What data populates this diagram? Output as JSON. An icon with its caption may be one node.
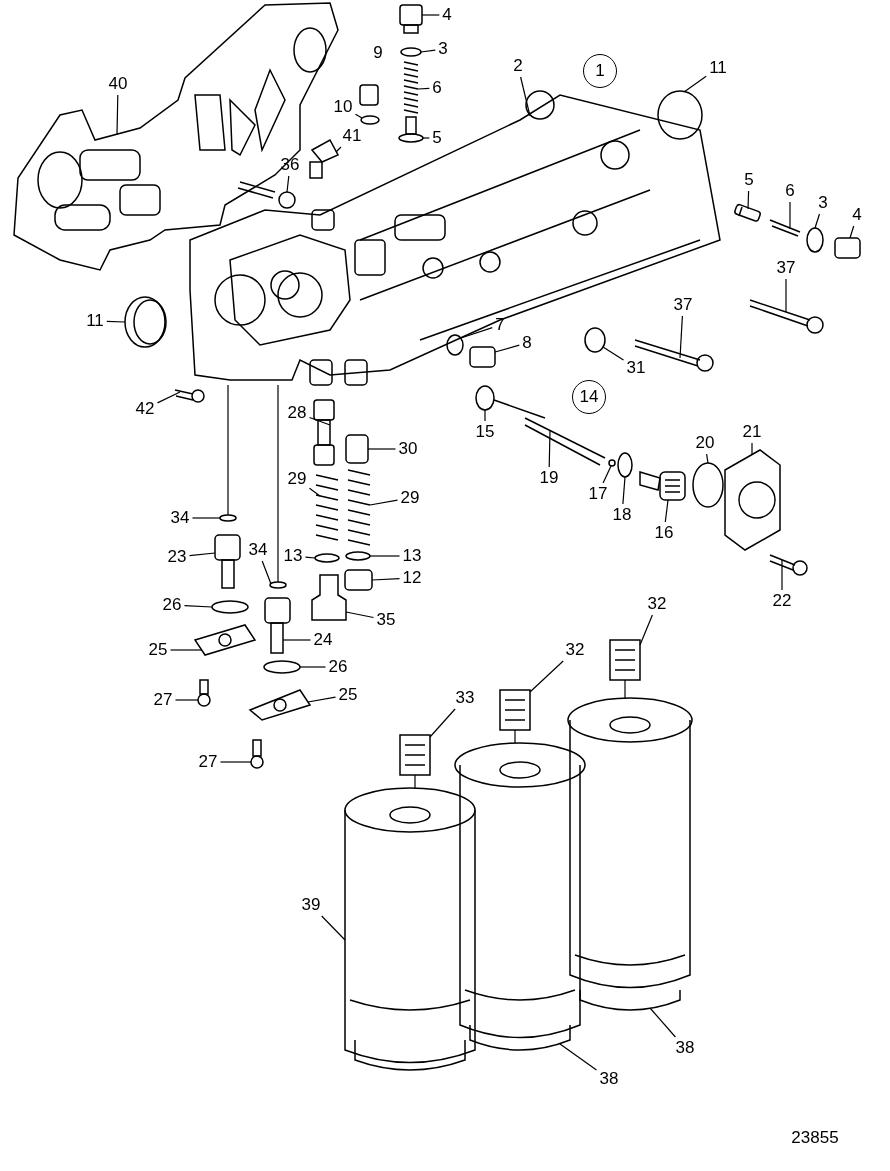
{
  "diagram": {
    "nodes": [
      {
        "text": [
          "4"
        ]
      },
      {
        "text": [
          "3"
        ]
      },
      {
        "text": [
          "9"
        ]
      },
      {
        "text": [
          "2"
        ]
      },
      {
        "text": [
          "1"
        ]
      },
      {
        "text": [
          "11"
        ]
      },
      {
        "text": [
          "40"
        ]
      },
      {
        "text": [
          "6"
        ]
      },
      {
        "text": [
          "10"
        ]
      },
      {
        "text": [
          "41"
        ]
      },
      {
        "text": [
          "5"
        ]
      },
      {
        "text": [
          "36"
        ]
      },
      {
        "text": [
          "5"
        ]
      },
      {
        "text": [
          "6"
        ]
      },
      {
        "text": [
          "3"
        ]
      },
      {
        "text": [
          "4"
        ]
      },
      {
        "text": [
          "37"
        ]
      },
      {
        "text": [
          "37"
        ]
      },
      {
        "text": [
          "11"
        ]
      },
      {
        "text": [
          "7"
        ]
      },
      {
        "text": [
          "8"
        ]
      },
      {
        "text": [
          "31"
        ]
      },
      {
        "text": [
          "14"
        ]
      },
      {
        "text": [
          "42"
        ]
      },
      {
        "text": [
          "28"
        ]
      },
      {
        "text": [
          "15"
        ]
      },
      {
        "text": [
          "21"
        ]
      },
      {
        "text": [
          "20"
        ]
      },
      {
        "text": [
          "30"
        ]
      },
      {
        "text": [
          "19"
        ]
      },
      {
        "text": [
          "29"
        ]
      },
      {
        "text": [
          "17"
        ]
      },
      {
        "text": [
          "29"
        ]
      },
      {
        "text": [
          "18"
        ]
      },
      {
        "text": [
          "34"
        ]
      },
      {
        "text": [
          "16"
        ]
      },
      {
        "text": [
          "34"
        ]
      },
      {
        "text": [
          "13"
        ]
      },
      {
        "text": [
          "13"
        ]
      },
      {
        "text": [
          "23"
        ]
      },
      {
        "text": [
          "12"
        ]
      },
      {
        "text": [
          "22"
        ]
      },
      {
        "text": [
          "32"
        ]
      },
      {
        "text": [
          "26"
        ]
      },
      {
        "text": [
          "35"
        ]
      },
      {
        "text": [
          "24"
        ]
      },
      {
        "text": [
          "25"
        ]
      },
      {
        "text": [
          "32"
        ]
      },
      {
        "text": [
          "26"
        ]
      },
      {
        "text": [
          "25"
        ]
      },
      {
        "text": [
          "33"
        ]
      },
      {
        "text": [
          "27"
        ]
      },
      {
        "text": [
          "27"
        ]
      },
      {
        "text": [
          "39"
        ]
      },
      {
        "text": [
          "38"
        ]
      },
      {
        "text": [
          "38"
        ]
      },
      {
        "text": [],
        "shape": "picture"
      },
      {
        "text": [],
        "shape": "circle"
      },
      {
        "text": [],
        "shape": "picture"
      },
      {
        "text": [],
        "shape": "circle"
      },
      {
        "text": [],
        "shape": "picture"
      },
      {
        "text": [],
        "shape": "picture"
      },
      {
        "text": [],
        "shape": "circle"
      },
      {
        "text": [],
        "shape": "picture"
      },
      {
        "text": [],
        "shape": "picture"
      },
      {
        "text": [],
        "shape": "picture"
      },
      {
        "text": [],
        "shape": "picture"
      },
      {
        "text": [],
        "shape": "picture"
      },
      {
        "text": [],
        "shape": "circle"
      },
      {
        "text": [],
        "shape": "box"
      },
      {
        "text": [],
        "shape": "picture"
      },
      {
        "text": [],
        "shape": "picture"
      },
      {
        "text": [],
        "shape": "picture"
      },
      {
        "text": [],
        "shape": "circle"
      },
      {
        "text": [],
        "shape": "box"
      },
      {
        "text": [],
        "shape": "circle"
      },
      {
        "text": [],
        "shape": "picture"
      },
      {
        "text": [],
        "shape": "picture"
      },
      {
        "text": [],
        "shape": "picture"
      },
      {
        "text": [],
        "shape": "picture"
      },
      {
        "text": [],
        "shape": "circle"
      },
      {
        "text": [],
        "shape": "box"
      },
      {
        "text": [],
        "shape": "picture"
      },
      {
        "text": [],
        "shape": "picture"
      },
      {
        "text": [],
        "shape": "circle"
      },
      {
        "text": [],
        "shape": "picture"
      },
      {
        "text": [],
        "shape": "circle"
      },
      {
        "text": [],
        "shape": "circle"
      },
      {
        "text": [],
        "shape": "picture"
      },
      {
        "text": [],
        "shape": "circle"
      },
      {
        "text": [],
        "shape": "circle"
      },
      {
        "text": [],
        "shape": "circle"
      },
      {
        "text": [],
        "shape": "picture"
      },
      {
        "text": [],
        "shape": "box"
      },
      {
        "text": [],
        "shape": "picture"
      },
      {
        "text": [],
        "shape": "picture"
      },
      {
        "text": [],
        "shape": "circle"
      },
      {
        "text": [],
        "shape": "picture"
      },
      {
        "text": [],
        "shape": "picture"
      },
      {
        "text": [],
        "shape": "picture"
      },
      {
        "text": [],
        "shape": "picture"
      },
      {
        "text": [],
        "shape": "circle"
      },
      {
        "text": [],
        "shape": "picture"
      },
      {
        "text": [],
        "shape": "picture"
      },
      {
        "text": [],
        "shape": "picture"
      },
      {
        "text": [],
        "shape": "picture"
      },
      {
        "text": [],
        "shape": "picture"
      },
      {
        "text": [],
        "shape": "picture"
      },
      {
        "text": [],
        "shape": "picture"
      }
    ],
    "edges": [
      {
        "from": 0,
        "to": 56,
        "arrow": "none"
      },
      {
        "from": 1,
        "to": 57,
        "arrow": "none"
      },
      {
        "from": 3,
        "to": 58,
        "arrow": "none"
      },
      {
        "from": 5,
        "to": 59,
        "arrow": "none"
      },
      {
        "from": 6,
        "to": 60,
        "arrow": "none"
      },
      {
        "from": 7,
        "to": 61,
        "arrow": "none"
      },
      {
        "from": 8,
        "to": 62,
        "arrow": "none"
      },
      {
        "from": 9,
        "to": 63,
        "arrow": "none"
      },
      {
        "from": 10,
        "to": 64,
        "arrow": "none"
      },
      {
        "from": 11,
        "to": 65,
        "arrow": "none"
      },
      {
        "from": 12,
        "to": 66,
        "arrow": "none"
      },
      {
        "from": 13,
        "to": 67,
        "arrow": "none"
      },
      {
        "from": 14,
        "to": 68,
        "arrow": "none"
      },
      {
        "from": 15,
        "to": 69,
        "arrow": "none"
      },
      {
        "from": 16,
        "to": 70,
        "arrow": "none"
      },
      {
        "from": 17,
        "to": 71,
        "arrow": "none"
      },
      {
        "from": 18,
        "to": 72,
        "arrow": "none"
      },
      {
        "from": 19,
        "to": 73,
        "arrow": "none"
      },
      {
        "from": 20,
        "to": 74,
        "arrow": "none"
      },
      {
        "from": 21,
        "to": 75,
        "arrow": "none"
      },
      {
        "from": 23,
        "to": 76,
        "arrow": "none"
      },
      {
        "from": 24,
        "to": 77,
        "arrow": "none"
      },
      {
        "from": 25,
        "to": 78,
        "arrow": "none"
      },
      {
        "from": 26,
        "to": 79,
        "arrow": "none"
      },
      {
        "from": 27,
        "to": 80,
        "arrow": "none"
      },
      {
        "from": 28,
        "to": 81,
        "arrow": "none"
      },
      {
        "from": 29,
        "to": 82,
        "arrow": "none"
      },
      {
        "from": 30,
        "to": 83,
        "arrow": "none"
      },
      {
        "from": 31,
        "to": 84,
        "arrow": "none"
      },
      {
        "from": 32,
        "to": 85,
        "arrow": "none"
      },
      {
        "from": 33,
        "to": 86,
        "arrow": "none"
      },
      {
        "from": 34,
        "to": 87,
        "arrow": "none"
      },
      {
        "from": 35,
        "to": 88,
        "arrow": "none"
      },
      {
        "from": 36,
        "to": 89,
        "arrow": "none"
      },
      {
        "from": 37,
        "to": 90,
        "arrow": "none"
      },
      {
        "from": 38,
        "to": 91,
        "arrow": "none"
      },
      {
        "from": 39,
        "to": 92,
        "arrow": "none"
      },
      {
        "from": 40,
        "to": 93,
        "arrow": "none"
      },
      {
        "from": 41,
        "to": 94,
        "arrow": "none"
      },
      {
        "from": 42,
        "to": 95,
        "arrow": "none"
      },
      {
        "from": 43,
        "to": 96,
        "arrow": "none"
      },
      {
        "from": 44,
        "to": 97,
        "arrow": "none"
      },
      {
        "from": 45,
        "to": 98,
        "arrow": "none"
      },
      {
        "from": 46,
        "to": 99,
        "arrow": "none"
      },
      {
        "from": 47,
        "to": 100,
        "arrow": "none"
      },
      {
        "from": 48,
        "to": 101,
        "arrow": "none"
      },
      {
        "from": 49,
        "to": 102,
        "arrow": "none"
      },
      {
        "from": 50,
        "to": 103,
        "arrow": "none"
      },
      {
        "from": 51,
        "to": 104,
        "arrow": "none"
      },
      {
        "from": 52,
        "to": 105,
        "arrow": "none"
      },
      {
        "from": 53,
        "to": 106,
        "arrow": "none"
      },
      {
        "from": 54,
        "to": 107,
        "arrow": "none"
      },
      {
        "from": 55,
        "to": 108,
        "arrow": "none"
      },
      {
        "from": 58,
        "to": 87,
        "arrow": "none"
      },
      {
        "from": 58,
        "to": 89,
        "arrow": "none"
      },
      {
        "from": 103,
        "to": 106,
        "arrow": "none"
      },
      {
        "from": 100,
        "to": 108,
        "arrow": "none"
      },
      {
        "from": 95,
        "to": 107,
        "arrow": "none"
      }
    ],
    "labels": [
      "23855"
    ]
  }
}
